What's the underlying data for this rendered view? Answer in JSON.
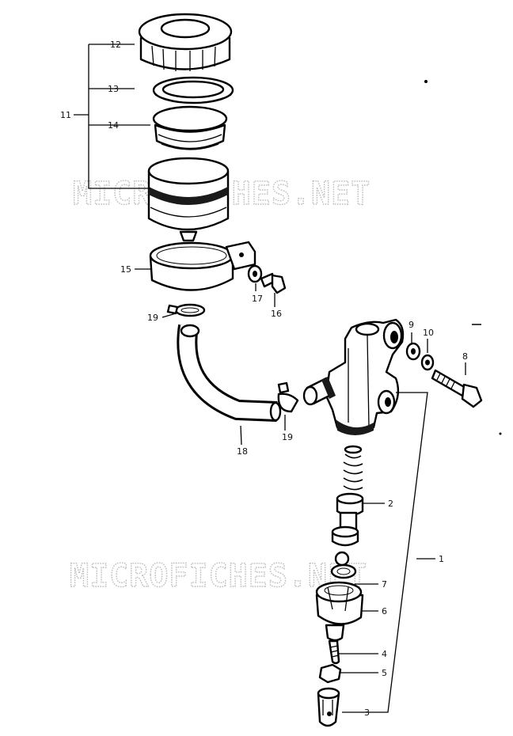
{
  "watermark": "MICROFICHES.NET",
  "callouts": {
    "c1": "1",
    "c2": "2",
    "c3": "3",
    "c4": "4",
    "c5": "5",
    "c6": "6",
    "c7": "7",
    "c8": "8",
    "c9": "9",
    "c10": "10",
    "c11": "11",
    "c12": "12",
    "c13": "13",
    "c14": "14",
    "c15": "15",
    "c16": "16",
    "c17": "17",
    "c18": "18",
    "c19a": "19",
    "c19b": "19"
  }
}
